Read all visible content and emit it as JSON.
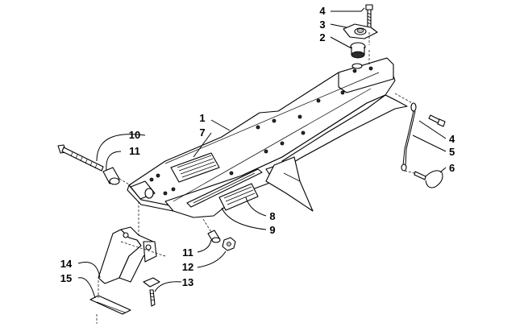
{
  "diagram": {
    "labels": {
      "c1": "1",
      "c2": "2",
      "c3": "3",
      "c4_top": "4",
      "c4_right": "4",
      "c5": "5",
      "c6": "6",
      "c7": "7",
      "c8": "8",
      "c9": "9",
      "c10": "10",
      "c11_top": "11",
      "c11_bottom": "11",
      "c12": "12",
      "c13": "13",
      "c14": "14",
      "c15": "15"
    }
  }
}
